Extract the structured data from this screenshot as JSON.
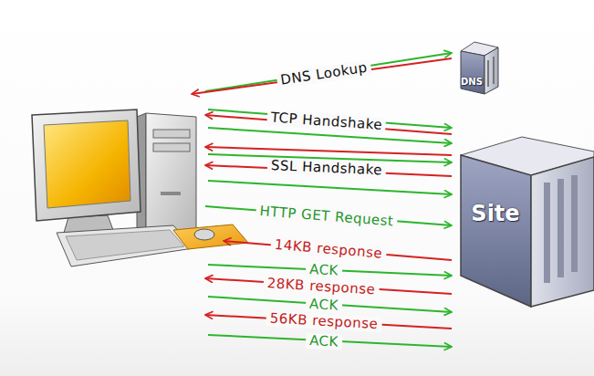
{
  "diagram": {
    "nodes": [
      {
        "text": [
          "DNS"
        ]
      },
      {
        "text": [
          "Site"
        ]
      }
    ],
    "labels": [
      "DNS Lookup",
      "TCP Handshake",
      "SSL Handshake",
      "HTTP GET Request",
      "14KB response",
      "ACK",
      "28KB response",
      "ACK",
      "56KB response",
      "ACK"
    ]
  }
}
